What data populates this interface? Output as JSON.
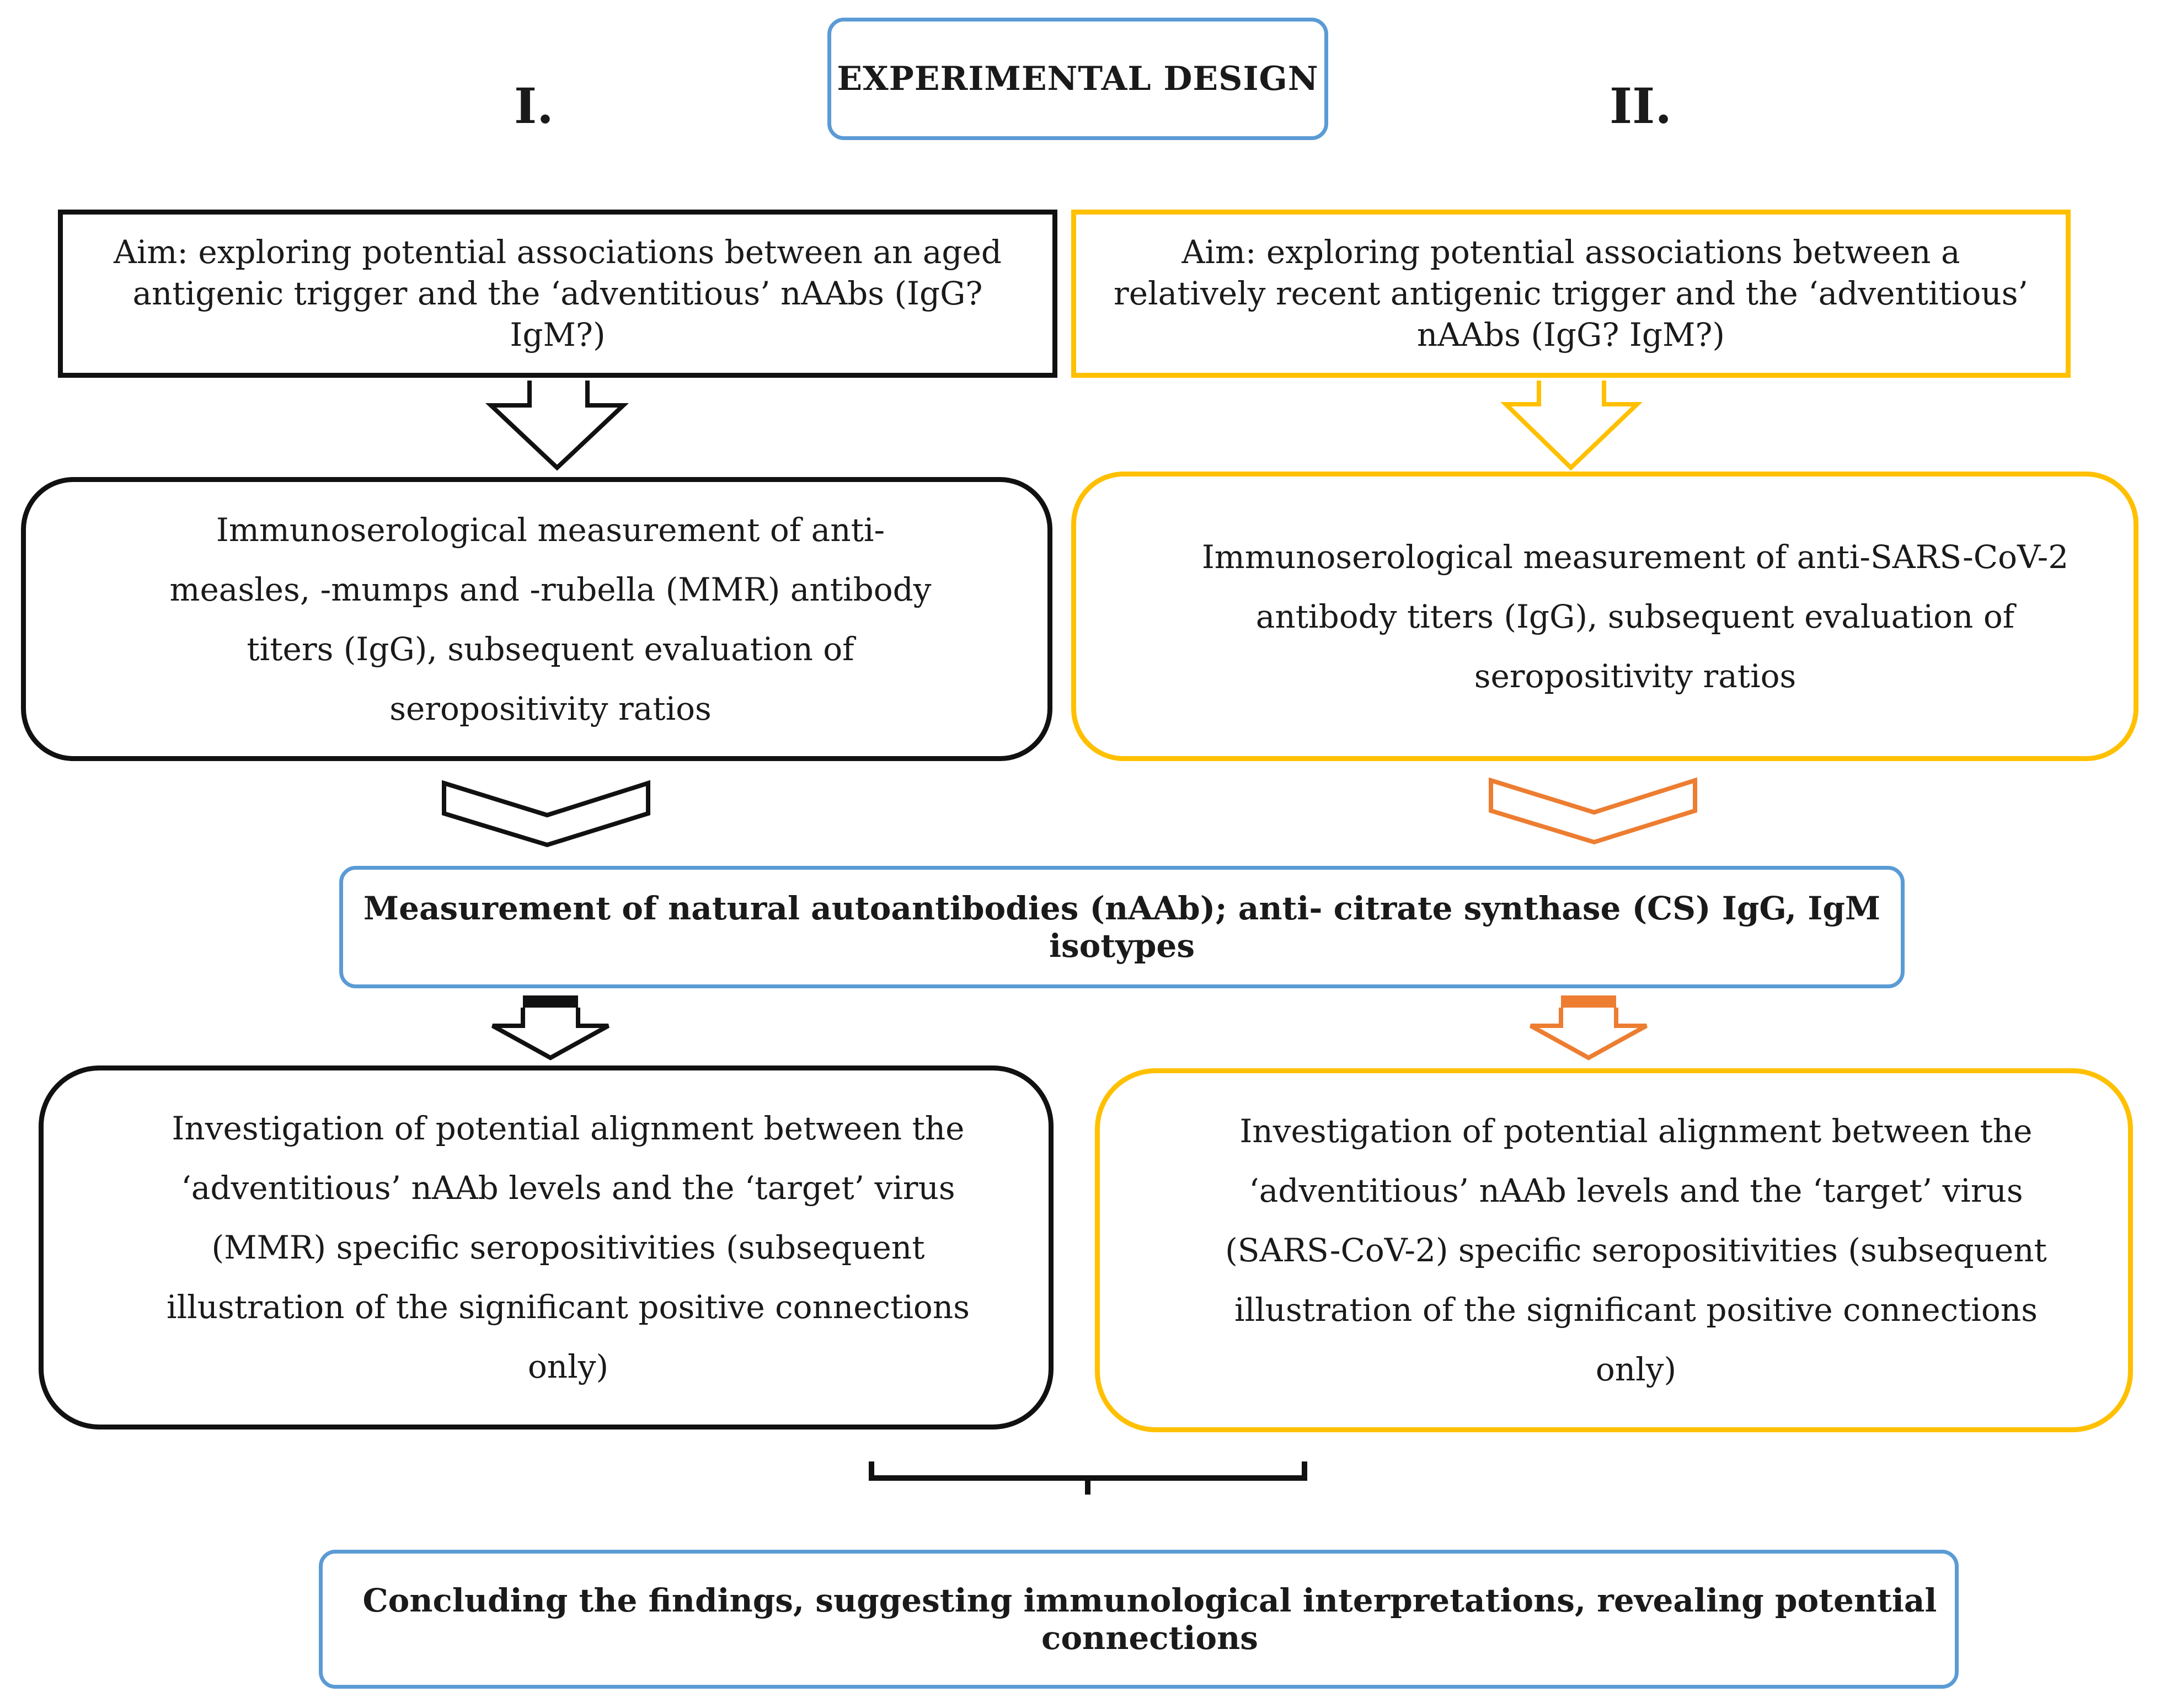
{
  "header": {
    "title": "EXPERIMENTAL DESIGN",
    "branch_1_label": "I.",
    "branch_2_label": "II."
  },
  "branch_1": {
    "aim": "Aim: exploring potential associations between an aged antigenic trigger and the ‘adventitious’ nAAbs (IgG? IgM?)",
    "measurement": "Immunoserological measurement of anti- measles, -mumps and -rubella (MMR) antibody titers (IgG), subsequent evaluation of seropositivity ratios",
    "investigation": "Investigation of potential alignment between the ‘adventitious’ nAAb levels and the ‘target’ virus (MMR) specific seropositivities (subsequent illustration of the significant positive connections only)"
  },
  "branch_2": {
    "aim": "Aim: exploring potential associations between a relatively recent antigenic trigger and the ‘adventitious’ nAAbs (IgG? IgM?)",
    "measurement": "Immunoserological measurement of anti-SARS-CoV-2 antibody titers (IgG), subsequent evaluation of seropositivity ratios",
    "investigation": "Investigation of potential alignment between the ‘adventitious’ nAAb levels and the ‘target’ virus (SARS-CoV-2) specific seropositivities (subsequent illustration of the significant positive connections only)"
  },
  "shared": {
    "naab_measurement": "Measurement of natural autoantibodies (nAAb); anti- citrate synthase (CS) IgG, IgM isotypes",
    "conclusion": "Concluding the findings, suggesting immunological interpretations, revealing potential connections"
  },
  "colors": {
    "blue_border": "#5b9bd5",
    "black_border": "#111111",
    "yellow_border": "#ffc000",
    "orange_arrow": "#ed7d31"
  }
}
